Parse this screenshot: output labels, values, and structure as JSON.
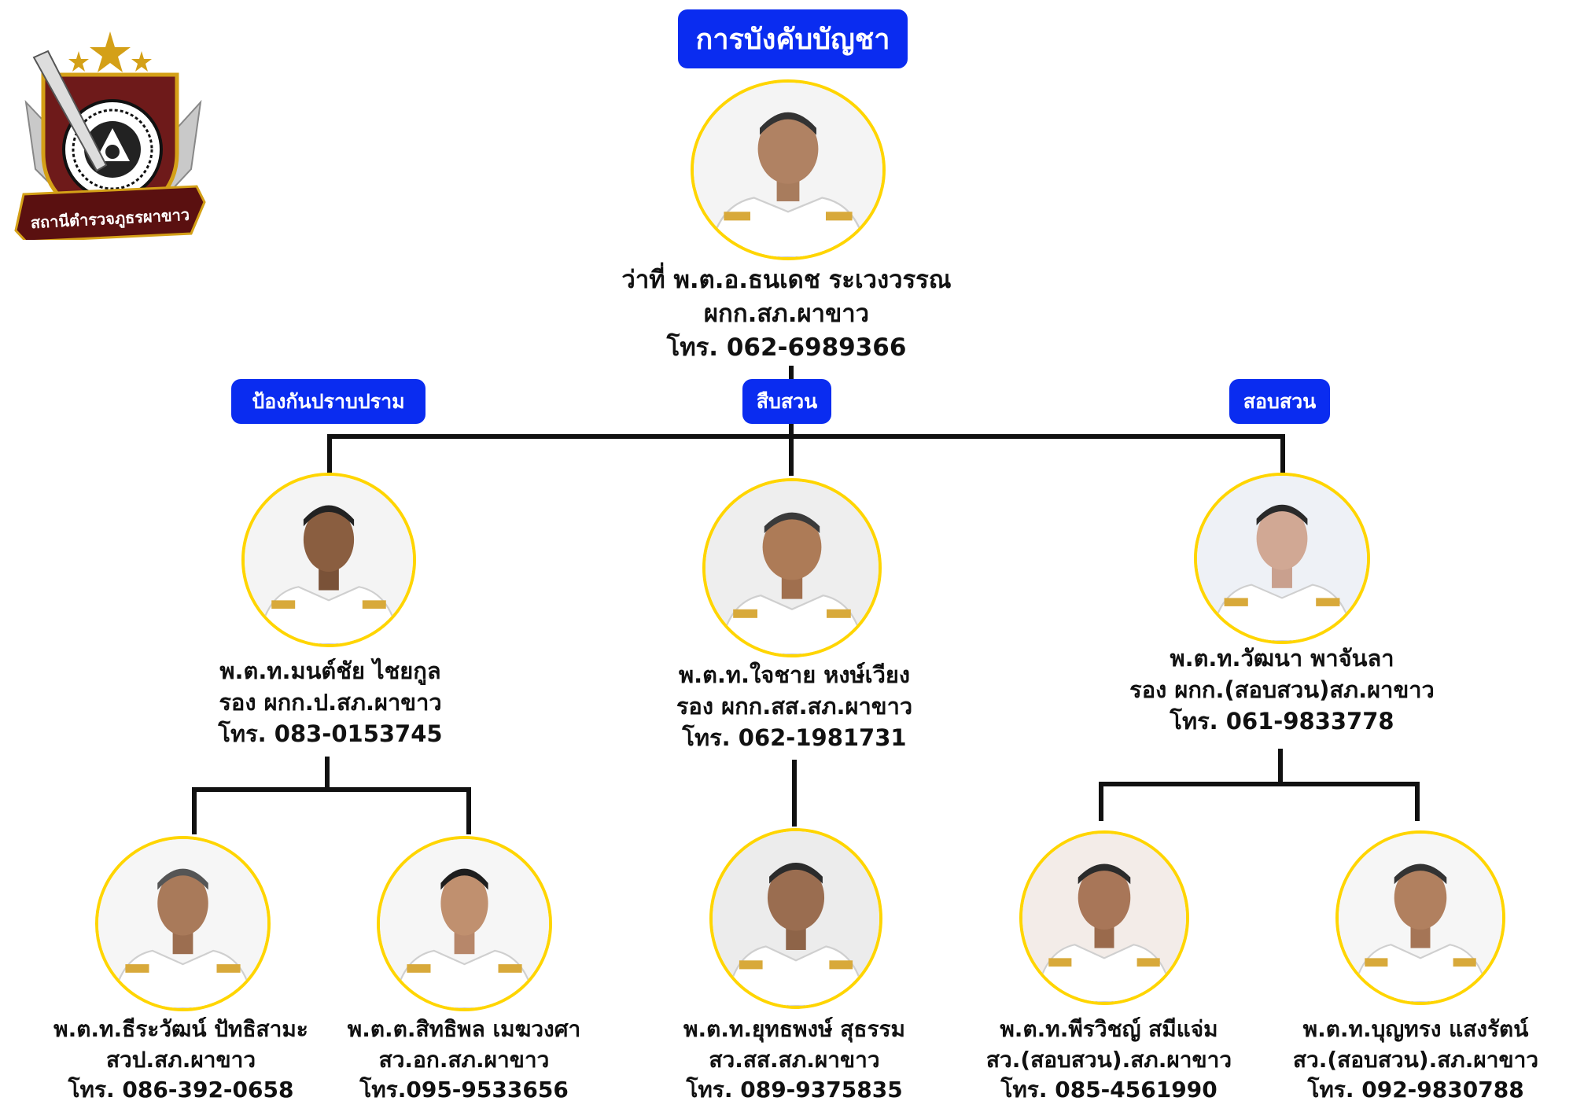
{
  "emblem": {
    "banner_text": "สถานีตำรวจภูธรผาขาว"
  },
  "commander": {
    "header": "การบังคับบัญชา",
    "name": "ว่าที่ พ.ต.อ.ธนเดช ระเวงวรรณ",
    "position": "ผกก.สภ.ผาขาว",
    "phone": "โทร. 062-6989366"
  },
  "divisions": [
    {
      "header": "ป้องกันปราบปราม",
      "name": "พ.ต.ท.มนต์ชัย ไชยกูล",
      "position": "รอง ผกก.ป.สภ.ผาขาว",
      "phone": "โทร. 083-0153745",
      "staff": [
        {
          "name": "พ.ต.ท.ธีระวัฒน์ ปัทธิสามะ",
          "position": "สวป.สภ.ผาขาว",
          "phone": "โทร. 086-392-0658"
        },
        {
          "name": "พ.ต.ต.สิทธิพล เมฆวงศา",
          "position": "สว.อก.สภ.ผาขาว",
          "phone": "โทร.095-9533656"
        }
      ]
    },
    {
      "header": "สืบสวน",
      "name": "พ.ต.ท.ใจชาย หงษ์เวียง",
      "position": "รอง ผกก.สส.สภ.ผาขาว",
      "phone": "โทร. 062-1981731",
      "staff": [
        {
          "name": "พ.ต.ท.ยุทธพงษ์ สุธรรม",
          "position": "สว.สส.สภ.ผาขาว",
          "phone": "โทร. 089-9375835"
        }
      ]
    },
    {
      "header": "สอบสวน",
      "name": "พ.ต.ท.วัฒนา พาจันลา",
      "position": "รอง ผกก.(สอบสวน)สภ.ผาขาว",
      "phone": "โทร. 061-9833778",
      "staff": [
        {
          "name": "พ.ต.ท.พีรวิชญ์ สมีแจ่ม",
          "position": "สว.(สอบสวน).สภ.ผาขาว",
          "phone": "โทร. 085-4561990"
        },
        {
          "name": "พ.ต.ท.บุญทรง แสงรัตน์",
          "position": "สว.(สอบสวน).สภ.ผาขาว",
          "phone": "โทร. 092-9830788"
        }
      ]
    }
  ],
  "colors": {
    "pill_bg": "#0a2cf0",
    "photo_ring": "#ffd500",
    "connector": "#111111",
    "emblem_maroon": "#6e1a1a",
    "emblem_gold": "#d4a017"
  }
}
